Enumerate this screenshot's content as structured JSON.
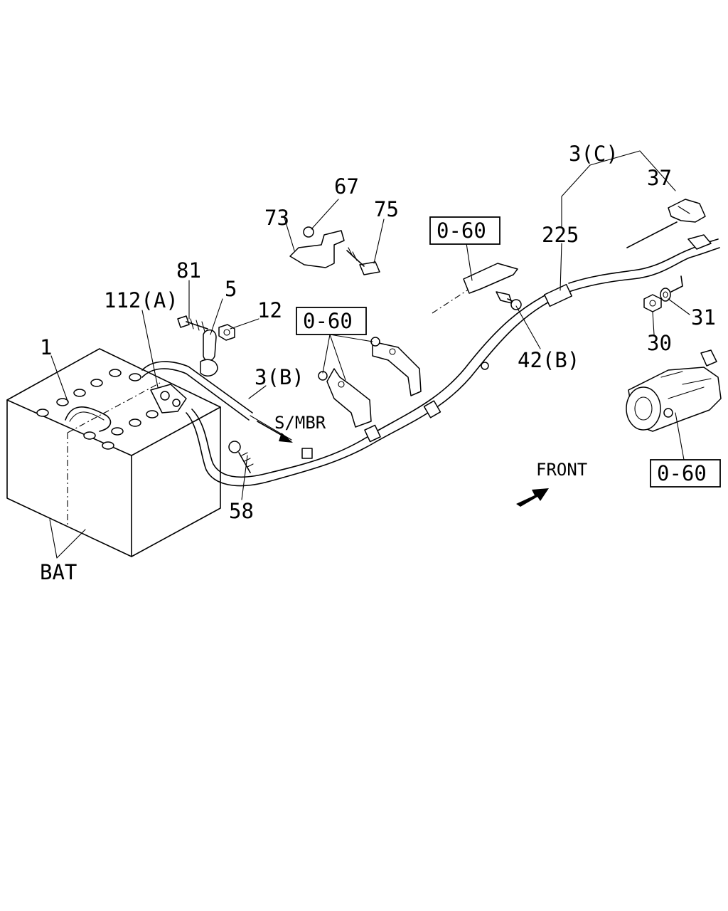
{
  "callouts": {
    "c1": "1",
    "c112a": "112(A)",
    "c81": "81",
    "c5": "5",
    "c12": "12",
    "c73": "73",
    "c67": "67",
    "c75": "75",
    "c3b": "3(B)",
    "c58": "58",
    "c3c": "3(C)",
    "c37": "37",
    "c225": "225",
    "c42b": "42(B)",
    "c30": "30",
    "c31": "31",
    "bat": "BAT"
  },
  "refs": {
    "r1": "0-60",
    "r2": "0-60",
    "r3": "0-60"
  },
  "annotations": {
    "smbr": "S/MBR",
    "front": "FRONT"
  }
}
